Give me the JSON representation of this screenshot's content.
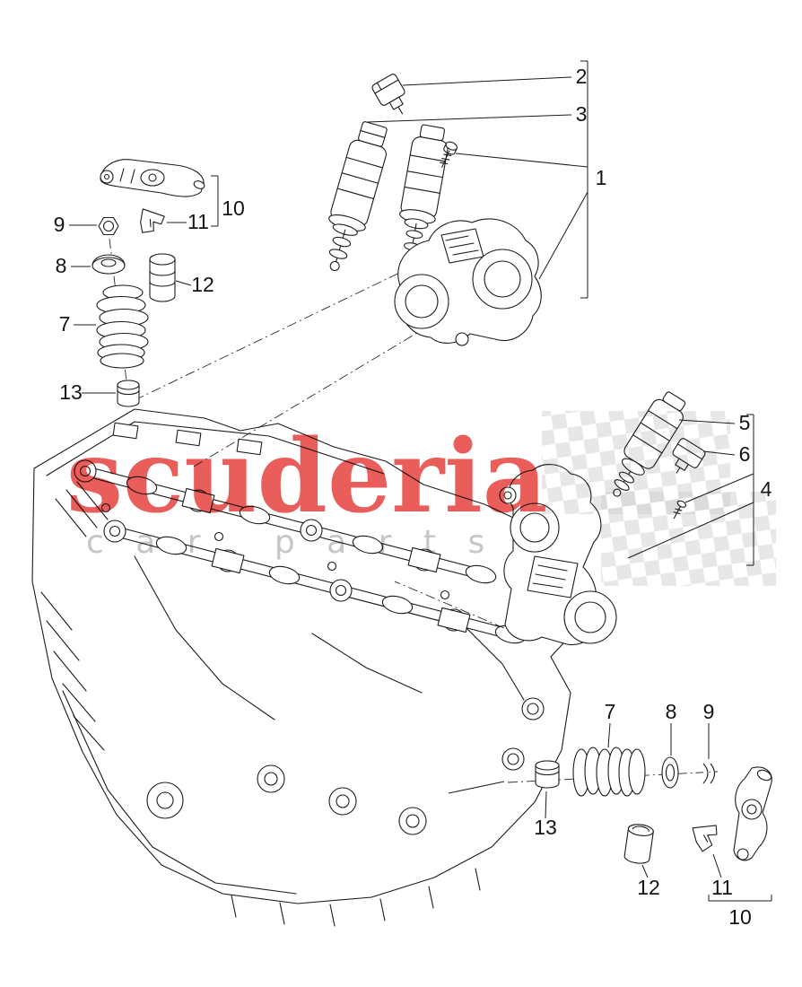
{
  "watermark": {
    "title": "scuderia",
    "subtitle": "c a r   p a r t s",
    "title_color": "#e8504e",
    "subtitle_color": "#c6c6c6",
    "checker_color": "#cfcfcf"
  },
  "callouts": [
    {
      "label": "2"
    },
    {
      "label": "3"
    },
    {
      "label": "1"
    },
    {
      "label": "10"
    },
    {
      "label": "9"
    },
    {
      "label": "11"
    },
    {
      "label": "8"
    },
    {
      "label": "12"
    },
    {
      "label": "7"
    },
    {
      "label": "13"
    },
    {
      "label": "5"
    },
    {
      "label": "6"
    },
    {
      "label": "4"
    },
    {
      "label": "7"
    },
    {
      "label": "8"
    },
    {
      "label": "9"
    },
    {
      "label": "13"
    },
    {
      "label": "12"
    },
    {
      "label": "11"
    },
    {
      "label": "10"
    }
  ]
}
